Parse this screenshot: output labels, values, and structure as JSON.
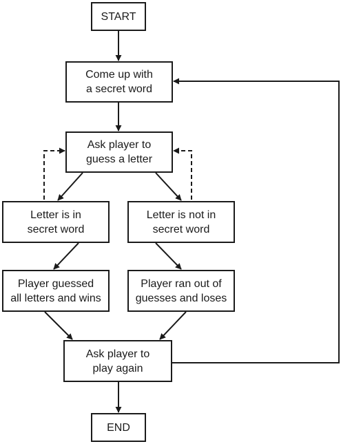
{
  "diagram": {
    "type": "flowchart",
    "nodes": {
      "start": "START",
      "come_up": "Come up with\na secret word",
      "ask_guess": "Ask player to\nguess a letter",
      "letter_in": "Letter is in\nsecret word",
      "letter_not_in": "Letter is not in\nsecret word",
      "guessed_all": "Player guessed\nall letters and wins",
      "ran_out": "Player ran out of\nguesses and loses",
      "ask_again": "Ask player to\nplay again",
      "end": "END"
    },
    "edges": [
      {
        "from": "start",
        "to": "come_up",
        "style": "solid"
      },
      {
        "from": "come_up",
        "to": "ask_guess",
        "style": "solid"
      },
      {
        "from": "ask_guess",
        "to": "letter_in",
        "style": "solid"
      },
      {
        "from": "ask_guess",
        "to": "letter_not_in",
        "style": "solid"
      },
      {
        "from": "letter_in",
        "to": "ask_guess",
        "style": "dashed"
      },
      {
        "from": "letter_not_in",
        "to": "ask_guess",
        "style": "dashed"
      },
      {
        "from": "letter_in",
        "to": "guessed_all",
        "style": "solid"
      },
      {
        "from": "letter_not_in",
        "to": "ran_out",
        "style": "solid"
      },
      {
        "from": "guessed_all",
        "to": "ask_again",
        "style": "solid"
      },
      {
        "from": "ran_out",
        "to": "ask_again",
        "style": "solid"
      },
      {
        "from": "ask_again",
        "to": "end",
        "style": "solid"
      },
      {
        "from": "ask_again",
        "to": "come_up",
        "style": "solid"
      }
    ],
    "colors": {
      "stroke": "#1a1a1a",
      "background": "#ffffff"
    }
  }
}
